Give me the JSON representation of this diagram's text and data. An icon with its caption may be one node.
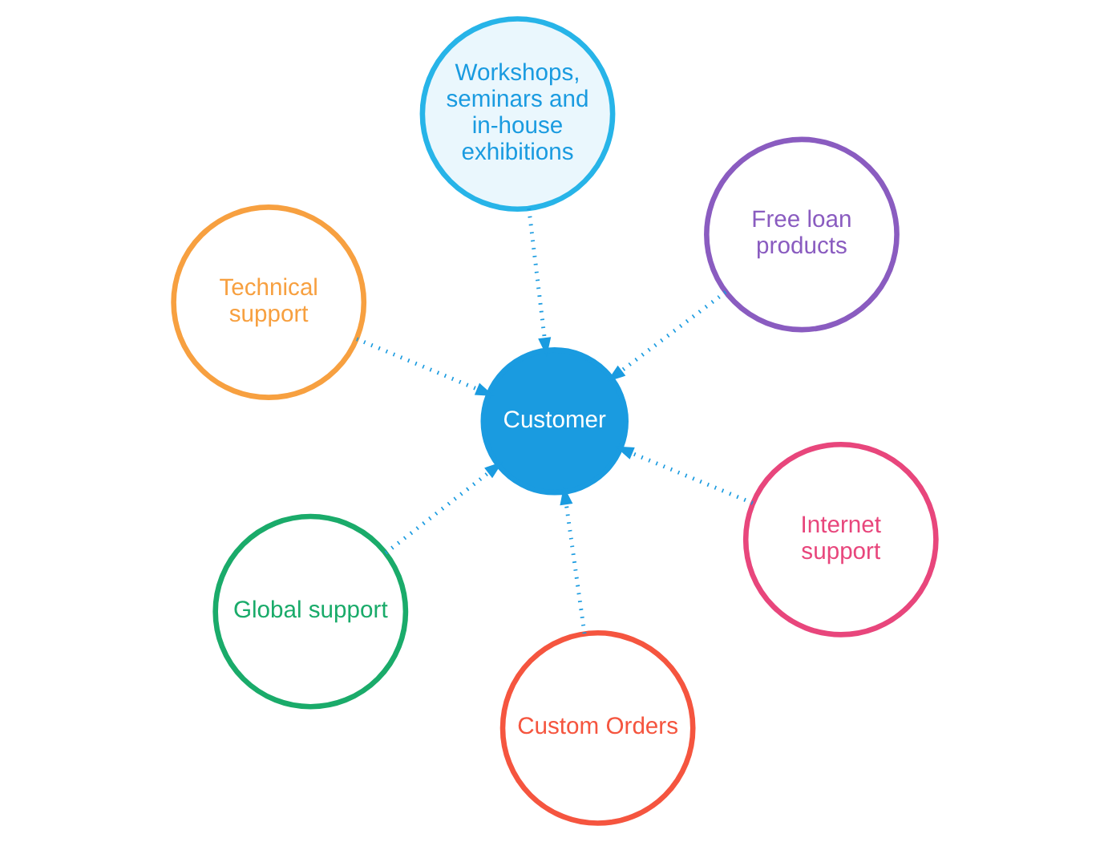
{
  "diagram": {
    "nodes": [
      {
        "text": [
          "Technical support"
        ]
      },
      {
        "text": [
          "Internet support"
        ]
      },
      {
        "text": [
          "Custom Orders"
        ]
      },
      {
        "text": [
          "Customer"
        ]
      },
      {
        "text": [
          "Free loan products"
        ]
      },
      {
        "text": [
          "Workshops, seminars and in-house exhibitions"
        ]
      },
      {
        "text": [
          "Global support"
        ]
      }
    ],
    "edges": [
      {
        "from": 0,
        "to": 3,
        "arrow": "to"
      },
      {
        "from": 1,
        "to": 3,
        "arrow": "to"
      },
      {
        "from": 2,
        "to": 3,
        "arrow": "to"
      },
      {
        "from": 4,
        "to": 3,
        "arrow": "to"
      },
      {
        "from": 5,
        "to": 3,
        "arrow": "to"
      },
      {
        "from": 6,
        "to": 3,
        "arrow": "to"
      }
    ]
  }
}
